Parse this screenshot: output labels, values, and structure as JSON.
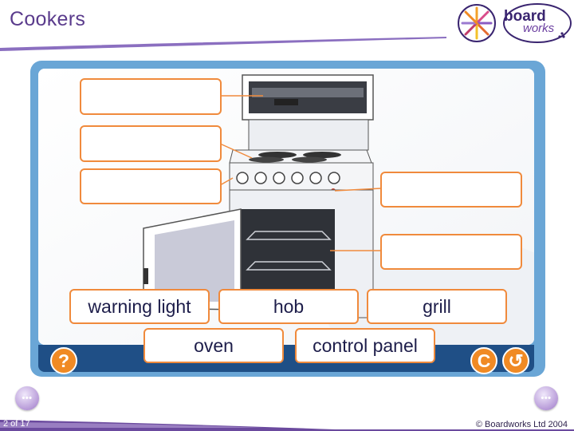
{
  "header": {
    "title": "Cookers"
  },
  "logo": {
    "text_top": "board",
    "text_bottom": "works"
  },
  "labels": {
    "warning_light": "warning light",
    "hob": "hob",
    "grill": "grill",
    "oven": "oven",
    "control_panel": "control panel"
  },
  "buttons": {
    "help": "?",
    "clear": "C",
    "reset": "↺"
  },
  "footer": {
    "page": "2 of 17",
    "copyright": "© Boardworks Ltd 2004"
  },
  "colors": {
    "accent": "#f08a3c",
    "frame": "#6aa6d6",
    "frame_dark": "#1f4f86",
    "brand": "#5a3b8c"
  }
}
